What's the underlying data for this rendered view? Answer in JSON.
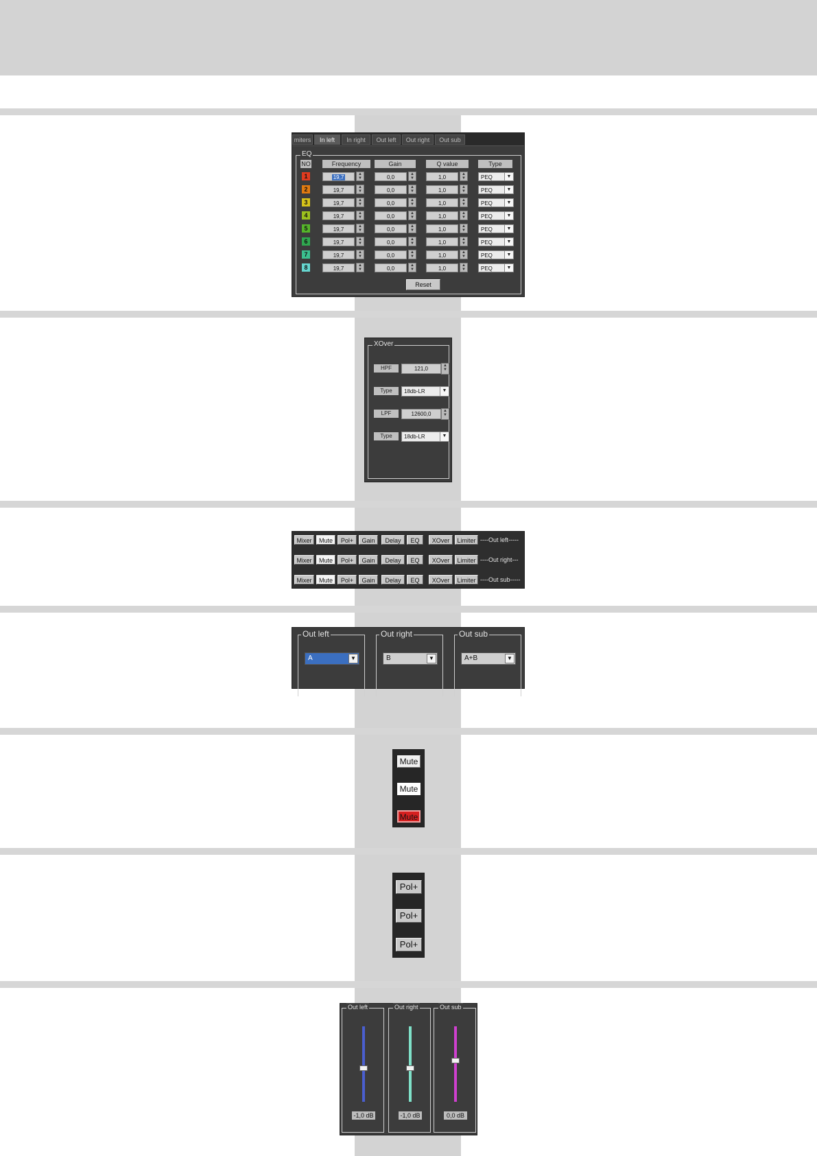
{
  "eq_panel": {
    "tabs": [
      "miters",
      "In left",
      "In right",
      "Out left",
      "Out right",
      "Out sub"
    ],
    "active_tab": 1,
    "group_title": "EQ",
    "columns": [
      "NO",
      "Frequency",
      "Gain",
      "Q value",
      "Type"
    ],
    "band_colors": [
      "#e03b1f",
      "#e07a10",
      "#d6c21a",
      "#9cc11d",
      "#55b52a",
      "#2fa84f",
      "#3bbf8f",
      "#66d6cf"
    ],
    "bands": [
      {
        "no": "1",
        "frequency": "19,7",
        "gain": "0,0",
        "q": "1,0",
        "type": "PEQ"
      },
      {
        "no": "2",
        "frequency": "19,7",
        "gain": "0,0",
        "q": "1,0",
        "type": "PEQ"
      },
      {
        "no": "3",
        "frequency": "19,7",
        "gain": "0,0",
        "q": "1,0",
        "type": "PEQ"
      },
      {
        "no": "4",
        "frequency": "19,7",
        "gain": "0,0",
        "q": "1,0",
        "type": "PEQ"
      },
      {
        "no": "5",
        "frequency": "19,7",
        "gain": "0,0",
        "q": "1,0",
        "type": "PEQ"
      },
      {
        "no": "6",
        "frequency": "19,7",
        "gain": "0,0",
        "q": "1,0",
        "type": "PEQ"
      },
      {
        "no": "7",
        "frequency": "19,7",
        "gain": "0,0",
        "q": "1,0",
        "type": "PEQ"
      },
      {
        "no": "8",
        "frequency": "19,7",
        "gain": "0,0",
        "q": "1,0",
        "type": "PEQ"
      }
    ],
    "reset_label": "Reset"
  },
  "xover_panel": {
    "group_title": "XOver",
    "hpf_label": "HPF",
    "hpf_value": "121,0",
    "hpf_type_label": "Type",
    "hpf_type_value": "18db-LR",
    "lpf_label": "LPF",
    "lpf_value": "12600,0",
    "lpf_type_label": "Type",
    "lpf_type_value": "18db-LR"
  },
  "routing_panel": {
    "buttons": [
      "Mixer",
      "Mute",
      "Pol+",
      "Gain",
      "Delay",
      "EQ",
      "XOver",
      "Limiter"
    ],
    "rows": [
      "----Out left-----",
      "----Out right---",
      "----Out sub-----"
    ]
  },
  "source_panel": {
    "groups": [
      {
        "title": "Out left",
        "value": "A"
      },
      {
        "title": "Out right",
        "value": "B"
      },
      {
        "title": "Out sub",
        "value": "A+B"
      }
    ]
  },
  "mute_panel": {
    "buttons": [
      {
        "label": "Mute",
        "state": "normal"
      },
      {
        "label": "Mute",
        "state": "hover"
      },
      {
        "label": "Mute",
        "state": "active"
      }
    ],
    "active_color": "#d62020"
  },
  "pol_panel": {
    "buttons": [
      "Pol+",
      "Pol+",
      "Pol+"
    ]
  },
  "fader_panel": {
    "faders": [
      {
        "title": "Out left",
        "value": "-1,0 dB",
        "level": 0.45,
        "color": "#4a5fd0"
      },
      {
        "title": "Out right",
        "value": "-1,0 dB",
        "level": 0.45,
        "color": "#7fe0c8"
      },
      {
        "title": "Out sub",
        "value": "0,0 dB",
        "level": 0.55,
        "color": "#d040d0"
      }
    ]
  }
}
